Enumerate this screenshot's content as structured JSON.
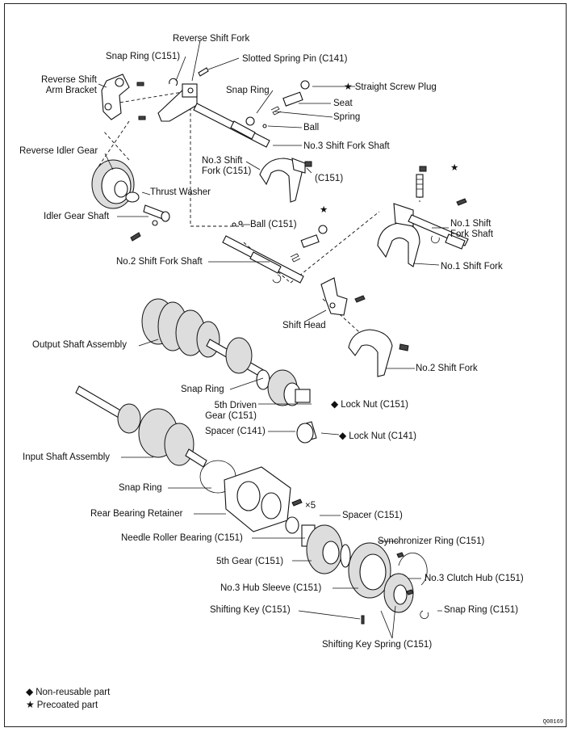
{
  "labels": {
    "reverse_shift_fork": "Reverse Shift Fork",
    "snap_ring_c151_top": "Snap Ring (C151)",
    "slotted_spring_pin": "Slotted Spring Pin (C141)",
    "reverse_shift_arm_bracket_l1": "Reverse Shift",
    "reverse_shift_arm_bracket_l2": "Arm Bracket",
    "snap_ring_top": "Snap Ring",
    "straight_screw_plug": "Straight Screw Plug",
    "seat": "Seat",
    "spring": "Spring",
    "ball": "Ball",
    "no3_shift_fork_shaft": "No.3 Shift Fork Shaft",
    "reverse_idler_gear": "Reverse Idler Gear",
    "no3_shift_fork_l1": "No.3 Shift",
    "no3_shift_fork_l2": "Fork (C151)",
    "c151_bolt": "(C151)",
    "thrust_washer": "Thrust Washer",
    "idler_gear_shaft": "Idler Gear Shaft",
    "ball_c151": "Ball (C151)",
    "no1_shift_fork_shaft_l1": "No.1 Shift",
    "no1_shift_fork_shaft_l2": "Fork Shaft",
    "no2_shift_fork_shaft": "No.2 Shift Fork Shaft",
    "no1_shift_fork": "No.1 Shift Fork",
    "shift_head": "Shift Head",
    "output_shaft_assembly": "Output Shaft Assembly",
    "no2_shift_fork": "No.2 Shift Fork",
    "snap_ring_mid": "Snap Ring",
    "fifth_driven_gear_l1": "5th Driven",
    "fifth_driven_gear_l2": "Gear (C151)",
    "lock_nut_c151": "Lock Nut (C151)",
    "spacer_c141": "Spacer (C141)",
    "lock_nut_c141": "Lock Nut (C141)",
    "input_shaft_assembly": "Input Shaft Assembly",
    "snap_ring_lower": "Snap Ring",
    "x5": "×5",
    "rear_bearing_retainer": "Rear Bearing Retainer",
    "spacer_c151": "Spacer (C151)",
    "needle_roller_bearing": "Needle Roller Bearing (C151)",
    "synchronizer_ring": "Synchronizer Ring (C151)",
    "fifth_gear": "5th Gear (C151)",
    "no3_clutch_hub": "No.3 Clutch Hub (C151)",
    "no3_hub_sleeve": "No.3 Hub Sleeve (C151)",
    "snap_ring_c151_bottom": "Snap Ring (C151)",
    "shifting_key": "Shifting Key (C151)",
    "shifting_key_spring": "Shifting Key Spring (C151)"
  },
  "symbols": {
    "diamond": "◆",
    "star": "★"
  },
  "legend": {
    "non_reusable": "Non-reusable part",
    "precoated": "Precoated part"
  },
  "figure_code": "Q08169"
}
